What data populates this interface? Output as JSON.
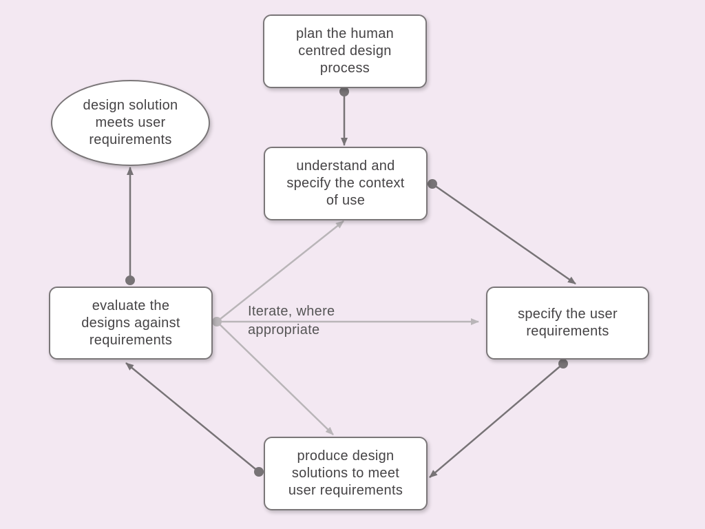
{
  "nodes": {
    "plan": [
      "plan the human",
      "centred design",
      "process"
    ],
    "understand": [
      "understand and",
      "specify the context",
      "of use"
    ],
    "goal": [
      "design solution",
      "meets user",
      "requirements"
    ],
    "evaluate": [
      "evaluate the",
      "designs against",
      "requirements"
    ],
    "specify": [
      "specify the user",
      "requirements"
    ],
    "produce": [
      "produce design",
      "solutions to meet",
      "user requirements"
    ]
  },
  "iterate_label": [
    "Iterate, where",
    "appropriate"
  ],
  "colors": {
    "background": "#f3e8f2",
    "main_arrow": "#777376",
    "iterate_arrow": "#b9b5b8",
    "border": "#7a7678"
  }
}
